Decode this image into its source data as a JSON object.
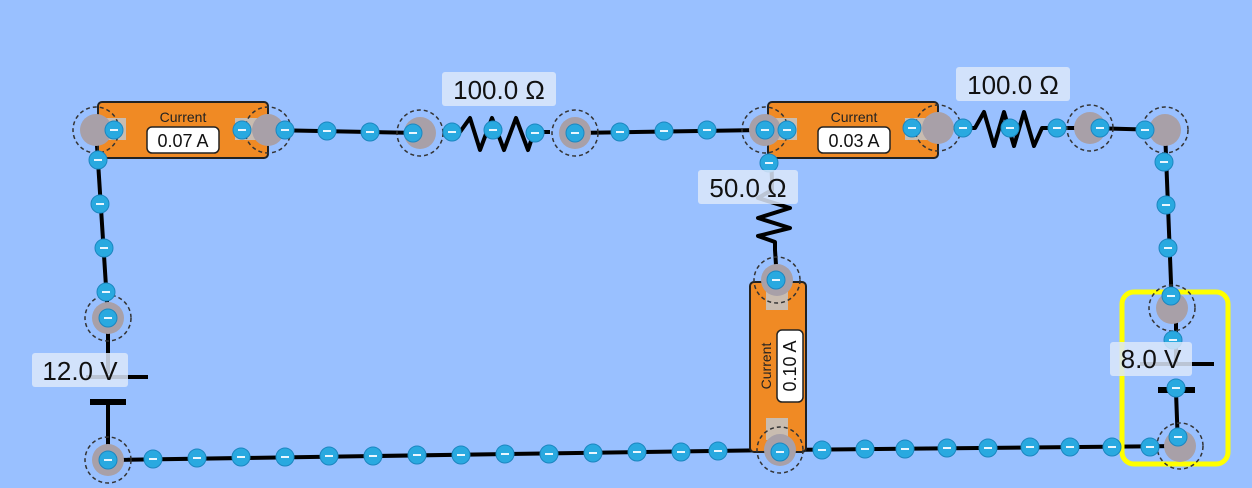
{
  "ammeters": [
    {
      "title": "Current",
      "reading": "0.07 A"
    },
    {
      "title": "Current",
      "reading": "0.03 A"
    },
    {
      "title": "Current",
      "reading": "0.10 A"
    }
  ],
  "resistors": [
    {
      "label": "100.0 Ω"
    },
    {
      "label": "100.0 Ω"
    },
    {
      "label": "50.0 Ω"
    }
  ],
  "batteries": [
    {
      "label": "12.0 V"
    },
    {
      "label": "8.0 V",
      "selected": true
    }
  ],
  "colors": {
    "background": "#99c0ff",
    "wire": "#000000",
    "electron": "#29a9e0",
    "ammeter_body": "#f08a24",
    "selection": "#ffff00",
    "vertex": "#a8a0a8"
  }
}
